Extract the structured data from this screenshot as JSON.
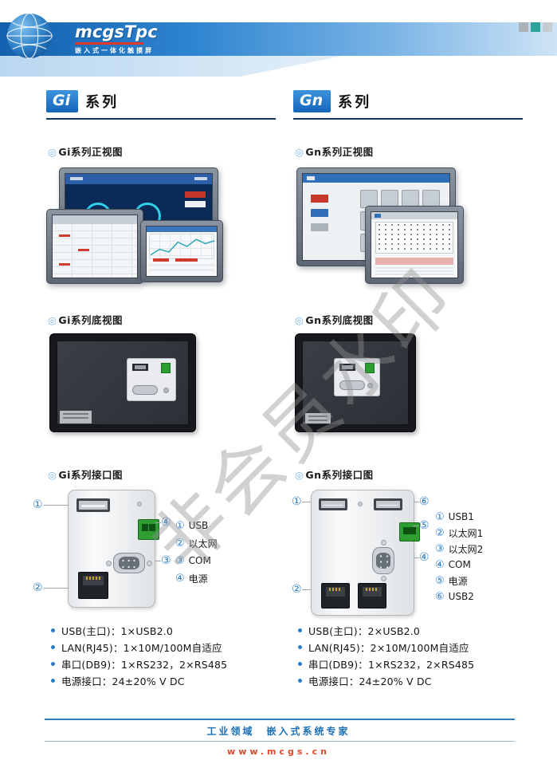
{
  "header": {
    "logo": "mcgsTpc",
    "tagline": "嵌入式一体化触摸屏"
  },
  "section_marker": "◎",
  "watermark": "非会员水印",
  "series": [
    {
      "name": "Gi",
      "suffix": "系列",
      "front_label": "Gi系列正视图",
      "bottom_label": "Gi系列底视图",
      "interface_label": "Gi系列接口图",
      "callouts": {
        "usb": "①",
        "lan": "②",
        "com": "③",
        "power": "④"
      },
      "legend": [
        {
          "num": "①",
          "label": "USB"
        },
        {
          "num": "②",
          "label": "以太网"
        },
        {
          "num": "③",
          "label": "COM"
        },
        {
          "num": "④",
          "label": "电源"
        }
      ],
      "specs": [
        "USB(主口)：1×USB2.0",
        "LAN(RJ45)：1×10M/100M自适应",
        "串口(DB9)：1×RS232，2×RS485",
        "电源接口：24±20% V DC"
      ]
    },
    {
      "name": "Gn",
      "suffix": "系列",
      "front_label": "Gn系列正视图",
      "bottom_label": "Gn系列底视图",
      "interface_label": "Gn系列接口图",
      "callouts": {
        "usb1": "①",
        "lan1": "②",
        "lan2": "③",
        "com": "④",
        "power": "⑤",
        "usb2": "⑥"
      },
      "legend": [
        {
          "num": "①",
          "label": "USB1"
        },
        {
          "num": "②",
          "label": "以太网1"
        },
        {
          "num": "③",
          "label": "以太网2"
        },
        {
          "num": "④",
          "label": "COM"
        },
        {
          "num": "⑤",
          "label": "电源"
        },
        {
          "num": "⑥",
          "label": "USB2"
        }
      ],
      "specs": [
        "USB(主口)：2×USB2.0",
        "LAN(RJ45)：2×10M/100M自适应",
        "串口(DB9)：1×RS232，2×RS485",
        "电源接口：24±20% V DC"
      ]
    }
  ],
  "footer": {
    "slogan": "工业领域　嵌入式系统专家",
    "url": "www.mcgs.cn"
  },
  "colors": {
    "brand_blue": "#1e78cc",
    "accent_red": "#e0392c",
    "teal": "#2fa39b",
    "footer_blue": "#1b6fb5",
    "url_red": "#e0492f",
    "power_green": "#2e9e32",
    "watermark_gray": "#8c8c8c"
  }
}
